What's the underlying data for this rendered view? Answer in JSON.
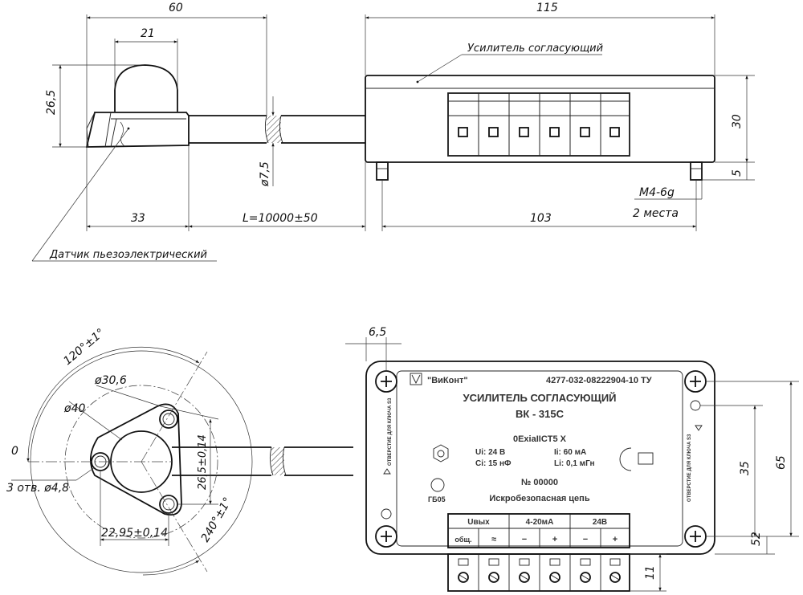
{
  "top_view": {
    "dim_60": "60",
    "dim_115": "115",
    "dim_21": "21",
    "dim_26_5": "26,5",
    "dim_30": "30",
    "dim_5": "5",
    "dim_7_5": "ø7,5",
    "dim_33": "33",
    "dim_L": "L=10000±50",
    "dim_103": "103",
    "thread": "M4-6g",
    "thread_qty": "2 места",
    "amplifier_label": "Усилитель согласующий",
    "sensor_label": "Датчик пьезоэлектрический"
  },
  "bottom_view": {
    "angle_120": "120°±1°",
    "dim_30_6": "ø30,6",
    "dim_40": "ø40",
    "zero": "0",
    "holes": "3 отв. ø4,8",
    "dim_26_5": "26,5±0,14",
    "dim_22_95": "22,95±0,14",
    "angle_240": "240°±1°",
    "dim_6_5": "6,5",
    "dim_35": "35",
    "dim_65": "65",
    "dim_52": "52",
    "dim_11": "11"
  },
  "plate": {
    "brand": "\"ВиКонт\"",
    "tu": "4277-032-08222904-10 ТУ",
    "title": "УСИЛИТЕЛЬ СОГЛАСУЮЩИЙ",
    "model": "ВК - 315С",
    "ex_marking": "0ExiaIICT5 X",
    "ui": "Ui: 24 В",
    "ii": "Ii: 60 мА",
    "ci": "Ci: 15 нФ",
    "li": "Li: 0,1 мГн",
    "serial": "№ 00000",
    "safe_circuit": "Искробезопасная цепь",
    "gb": "ГБ05",
    "key_hole": "ОТВЕРСТИЕ ДЛЯ КЛЮЧА S3",
    "term_headers": [
      "Uвых",
      "4-20мА",
      "24В"
    ],
    "term_labels": [
      "общ.",
      "≈",
      "−",
      "+",
      "−",
      "+"
    ]
  }
}
